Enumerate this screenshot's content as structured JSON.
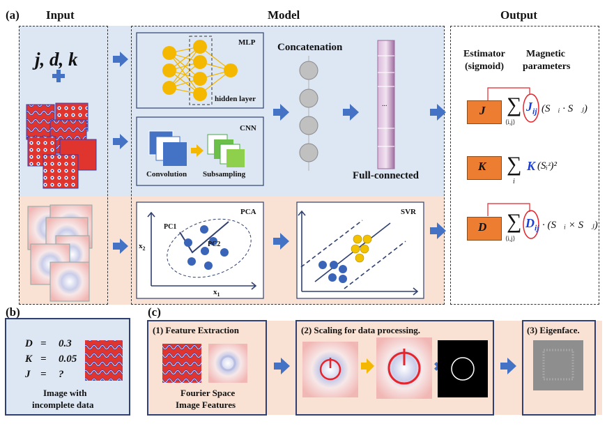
{
  "panel_a": {
    "tag": "(a)",
    "input_title": "Input",
    "model_title": "Model",
    "output_title": "Output",
    "input_params": "j, d, k",
    "mlp_label": "MLP",
    "hidden_layer_label": "hidden layer",
    "cnn_label": "CNN",
    "convolution_label": "Convolution",
    "subsampling_label": "Subsampling",
    "concatenation_label": "Concatenation",
    "full_connected_label": "Full-connected",
    "fc_ellipsis": "...",
    "pca_label": "PCA",
    "pc1_label": "PC1",
    "pc2_label": "PC2",
    "x1_label": "x",
    "x1_sub": "1",
    "x2_label": "x",
    "x2_sub": "2",
    "svr_label": "SVR",
    "estimator_label": "Estimator",
    "estimator_sub": "(sigmoid)",
    "magnetic_label": "Magnetic",
    "magnetic_sub": "parameters",
    "estimators": [
      {
        "name": "J",
        "coef": "J",
        "coef_sub": "ij",
        "sum_sub": "⟨i,j⟩",
        "term": "(S⃗ᵢ · S⃗ⱼ)"
      },
      {
        "name": "K",
        "coef": "K",
        "coef_sub": "",
        "sum_sub": "i",
        "term": "(Sᵢᶻ)²"
      },
      {
        "name": "D",
        "coef": "D",
        "coef_sub": "ij",
        "sum_sub": "⟨i,j⟩",
        "term": "· (S⃗ᵢ × S⃗ⱼ)"
      }
    ]
  },
  "panel_b": {
    "tag": "(b)",
    "rows": [
      {
        "name": "D",
        "eq": "=",
        "value": "0.3"
      },
      {
        "name": "K",
        "eq": "=",
        "value": "0.05"
      },
      {
        "name": "J",
        "eq": "=",
        "value": "?"
      }
    ],
    "caption_line1": "Image with",
    "caption_line2": "incomplete data"
  },
  "panel_c": {
    "tag": "(c)",
    "step1_title": "(1) Feature Extraction",
    "step1_caption_line1": "Fourier Space",
    "step1_caption_line2": "Image Features",
    "step2_title": "(2) Scaling for data processing.",
    "step3_title": "(3) Eigenface."
  },
  "colors": {
    "model_blue": "#dde6f3",
    "model_peach": "#f9e2d4",
    "arrow_blue": "#4472c4",
    "estimator_orange": "#ed7d31",
    "node_yellow": "#f5b800",
    "node_gray": "#c0c0c0",
    "svr_point_blue": "#3a64b8",
    "svr_point_yellow": "#f2c200",
    "fc_purple": "#b07bb0",
    "highlight_red": "#e8232a",
    "coef_blue": "#1b3fd6"
  }
}
